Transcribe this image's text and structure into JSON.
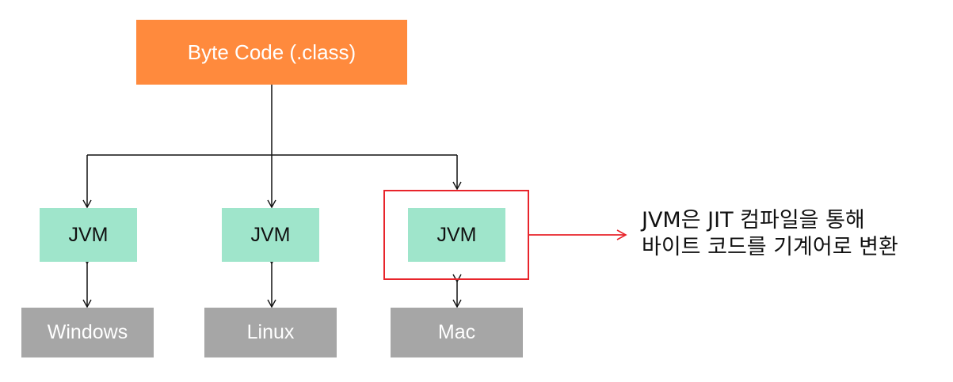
{
  "bytecode": {
    "label": "Byte Code (.class)"
  },
  "jvms": [
    {
      "label": "JVM"
    },
    {
      "label": "JVM"
    },
    {
      "label": "JVM"
    }
  ],
  "platforms": [
    {
      "label": "Windows"
    },
    {
      "label": "Linux"
    },
    {
      "label": "Mac"
    }
  ],
  "annotation": {
    "line1": "JVM은 JIT 컴파일을 통해",
    "line2": "바이트 코드를 기계어로 변환"
  },
  "colors": {
    "bytecode_fill": "#ff8a3d",
    "jvm_fill": "#9fe5cb",
    "platform_fill": "#a6a6a6",
    "highlight": "#e8242b"
  }
}
